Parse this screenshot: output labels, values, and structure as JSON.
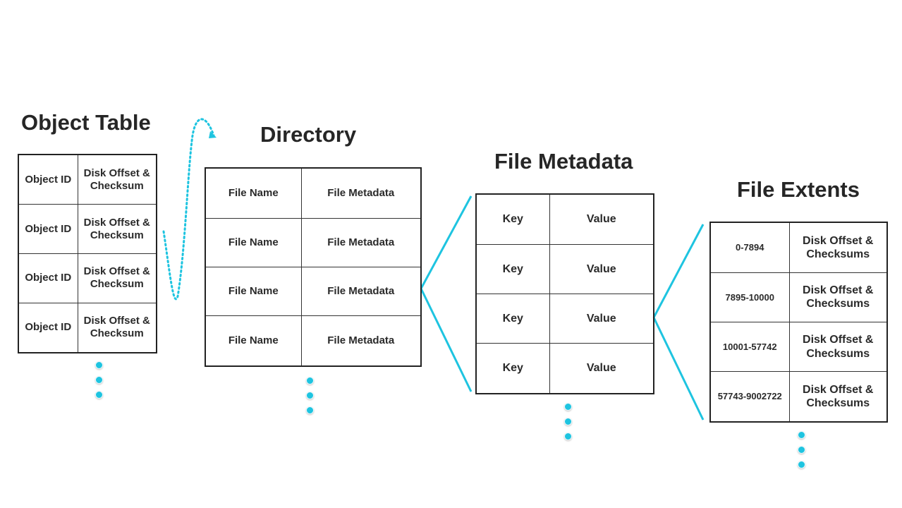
{
  "accent_color": "#1ec4e0",
  "object_table": {
    "title": "Object Table",
    "rows": [
      [
        "Object ID",
        "Disk Offset & Checksum"
      ],
      [
        "Object ID",
        "Disk Offset & Checksum"
      ],
      [
        "Object ID",
        "Disk Offset & Checksum"
      ],
      [
        "Object ID",
        "Disk Offset & Checksum"
      ]
    ]
  },
  "directory": {
    "title": "Directory",
    "rows": [
      [
        "File Name",
        "File Metadata"
      ],
      [
        "File Name",
        "File Metadata"
      ],
      [
        "File Name",
        "File Metadata"
      ],
      [
        "File Name",
        "File Metadata"
      ]
    ]
  },
  "file_metadata": {
    "title": "File Metadata",
    "rows": [
      [
        "Key",
        "Value"
      ],
      [
        "Key",
        "Value"
      ],
      [
        "Key",
        "Value"
      ],
      [
        "Key",
        "Value"
      ]
    ]
  },
  "file_extents": {
    "title": "File Extents",
    "rows": [
      [
        "0-7894",
        "Disk Offset & Checksums"
      ],
      [
        "7895-10000",
        "Disk Offset & Checksums"
      ],
      [
        "10001-57742",
        "Disk Offset & Checksums"
      ],
      [
        "57743-9002722",
        "Disk Offset & Checksums"
      ]
    ]
  }
}
